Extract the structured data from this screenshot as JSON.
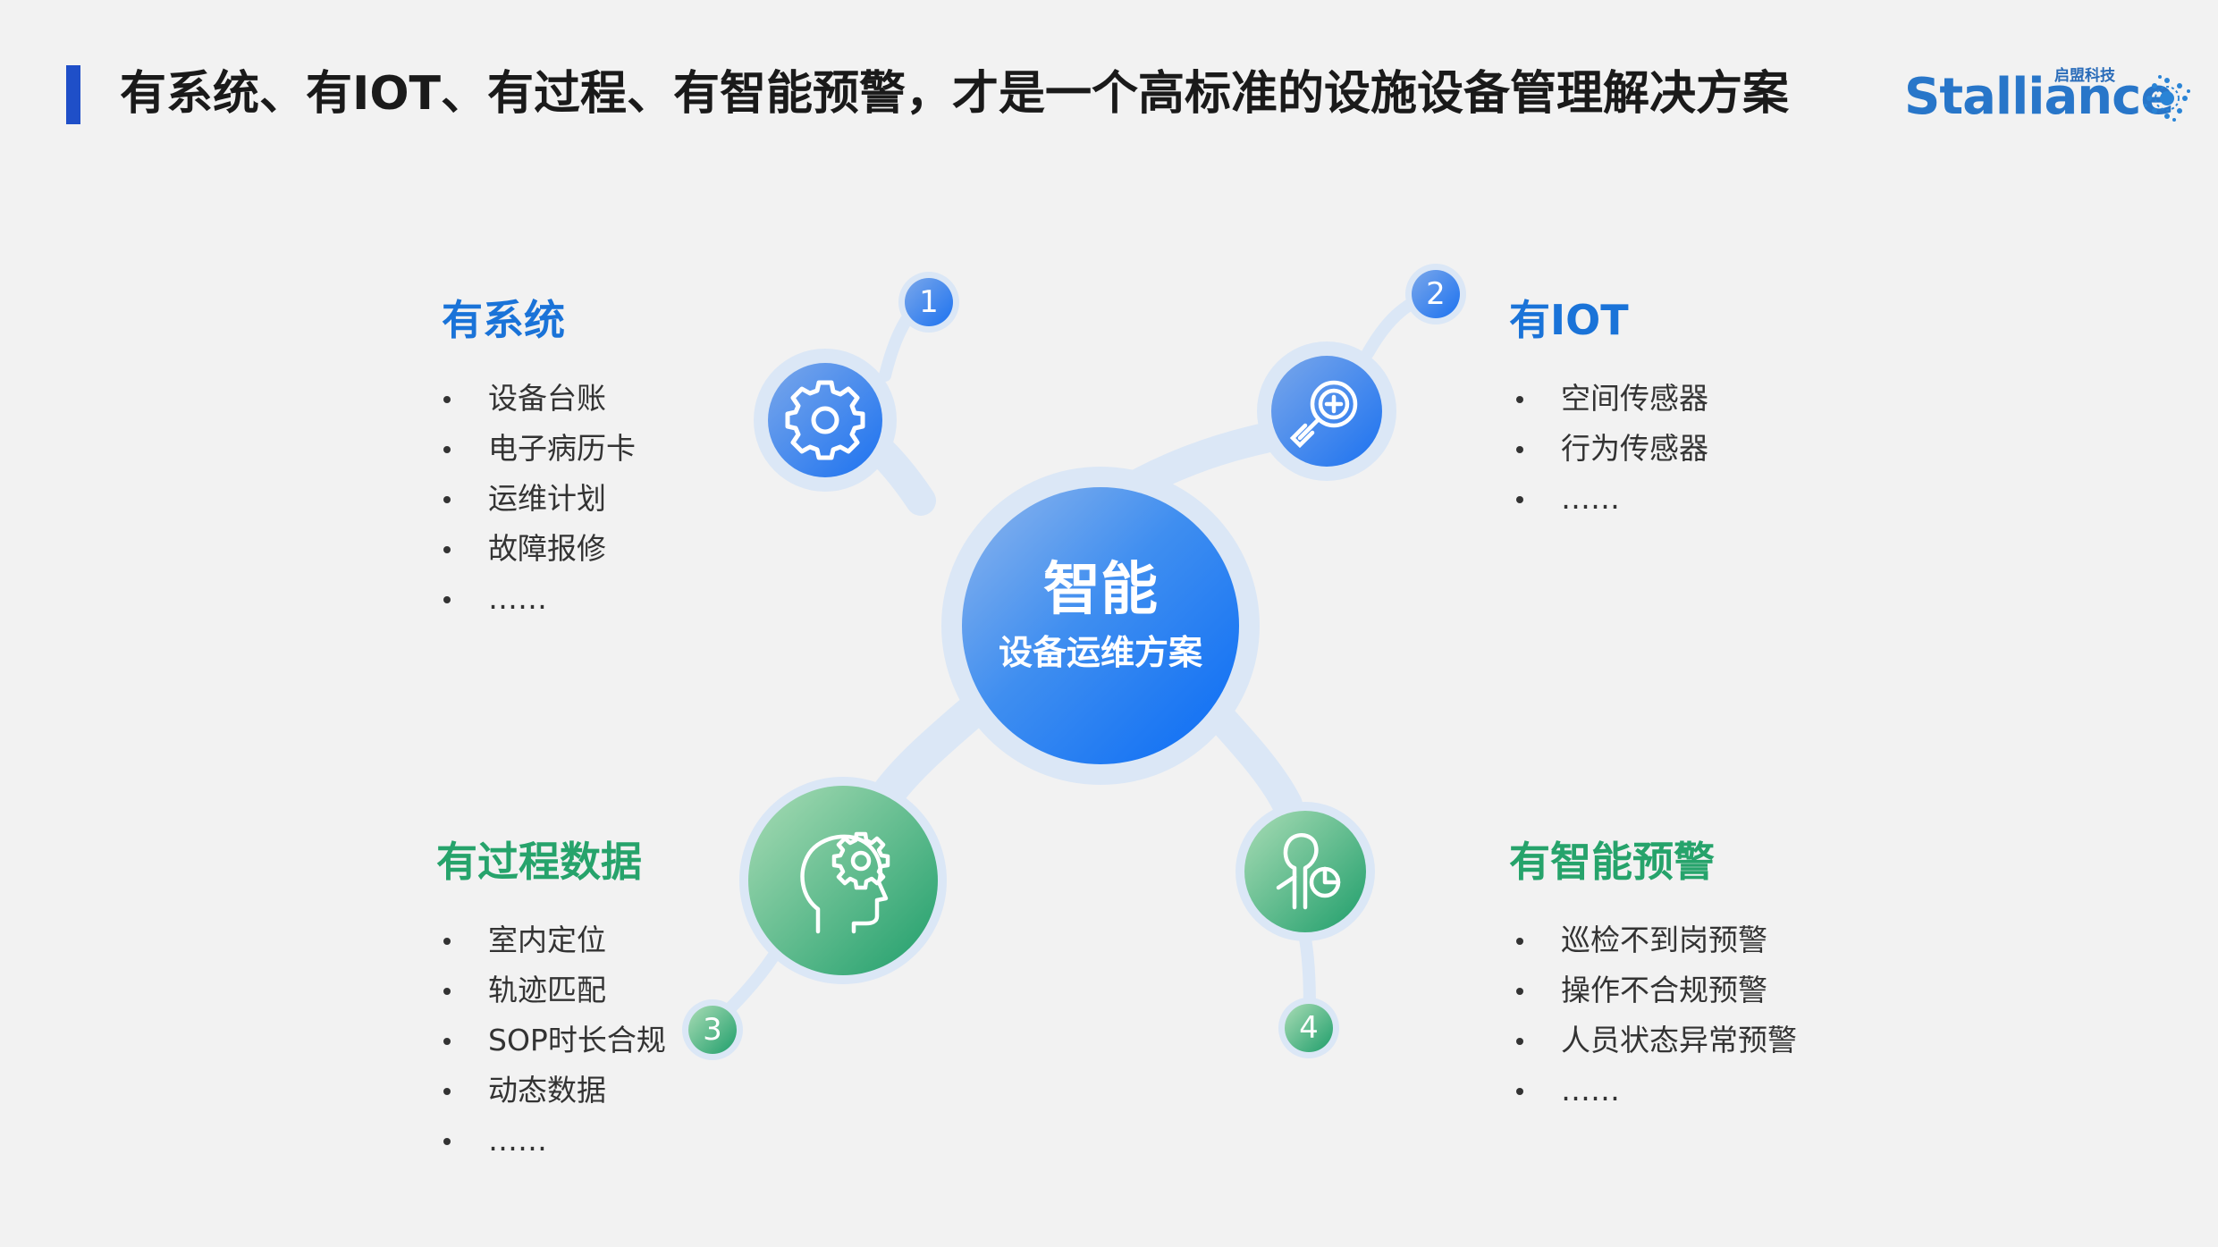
{
  "header": {
    "title": "有系统、有IOT、有过程、有智能预警，才是一个高标准的设施设备管理解决方案"
  },
  "logo": {
    "word": "Stalliance",
    "cn_text": "启盟科技",
    "mark_icon": "gear-burst-icon"
  },
  "center": {
    "main": "智能",
    "sub": "设备运维方案"
  },
  "sections": [
    {
      "number": "1",
      "heading": "有系统",
      "icon": "gear-icon",
      "items": [
        "设备台账",
        "电子病历卡",
        "运维计划",
        "故障报修",
        "……"
      ]
    },
    {
      "number": "2",
      "heading": "有IOT",
      "icon": "magnifier-plus-icon",
      "items": [
        "空间传感器",
        "行为传感器",
        "……"
      ]
    },
    {
      "number": "3",
      "heading": "有过程数据",
      "icon": "head-gear-icon",
      "items": [
        "室内定位",
        "轨迹匹配",
        "SOP时长合规",
        "动态数据",
        "……"
      ]
    },
    {
      "number": "4",
      "heading": "有智能预警",
      "icon": "person-chart-icon",
      "items": [
        "巡检不到岗预警",
        "操作不合规预警",
        "人员状态异常预警",
        "……"
      ]
    }
  ],
  "colors": {
    "blue_accent": "#1a73d8",
    "green_accent": "#26a36b",
    "title_bar": "#1f4fc8",
    "connector": "#dbe7f6"
  }
}
